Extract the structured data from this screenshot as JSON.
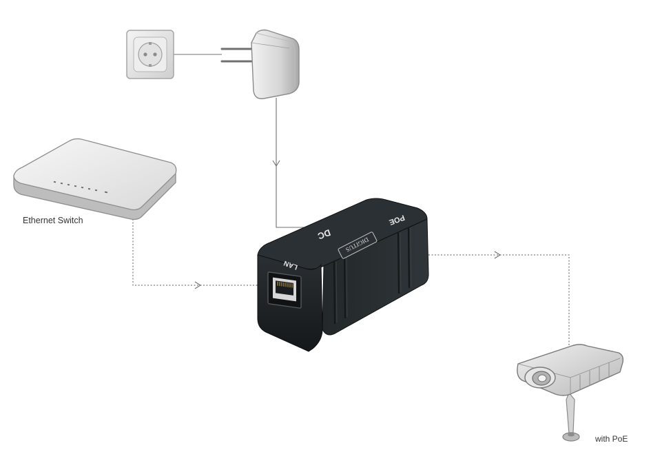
{
  "labels": {
    "ethernet_switch": "Ethernet Switch",
    "camera": "with PoE",
    "port_dc": "DC",
    "port_poe": "POE",
    "port_lan": "LAN",
    "brand": "DIGITUS"
  },
  "colors": {
    "line": "#6f6f6f",
    "injector_body": "#1f2326",
    "injector_top": "#2c3236",
    "device_light": "#e9e9e9",
    "device_mid": "#c9c9c9",
    "device_dark": "#a9a9a9"
  },
  "icons": [
    "wall-socket-icon",
    "power-adapter-icon",
    "ethernet-switch-icon",
    "poe-injector-icon",
    "ip-camera-icon"
  ]
}
